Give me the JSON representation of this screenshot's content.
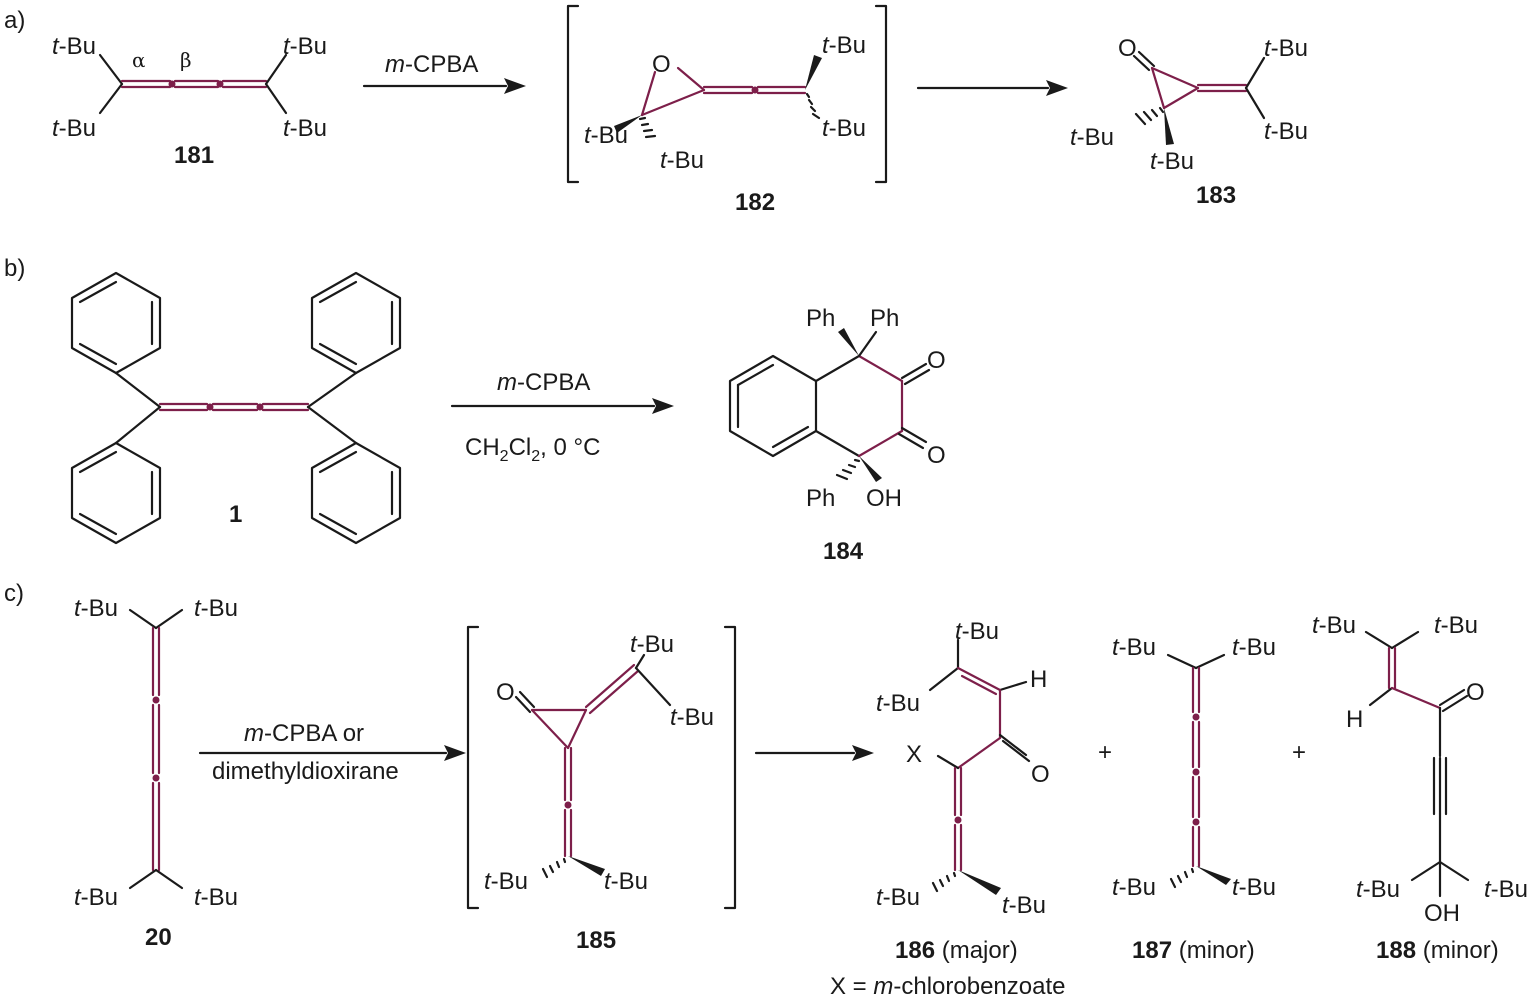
{
  "colors": {
    "ink": "#1a1a1a",
    "highlight": "#7d1f4a",
    "background": "#ffffff"
  },
  "panels": {
    "a": {
      "label": "a)",
      "tbu": "t",
      "tbu_rest": "-Bu",
      "alpha": "α",
      "beta": "β",
      "reagent_italic": "m",
      "reagent_rest": "-CPBA",
      "oxygen": "O",
      "compounds": {
        "c181": "181",
        "c182": "182",
        "c183": "183"
      }
    },
    "b": {
      "label": "b)",
      "reagent_italic": "m",
      "reagent_rest": "-CPBA",
      "cond_ch": "CH",
      "cond_sub1": "2",
      "cond_cl": "Cl",
      "cond_sub2": "2",
      "cond_rest": ", 0 °C",
      "ph": "Ph",
      "o": "O",
      "oh": "OH",
      "compounds": {
        "c1": "1",
        "c184": "184"
      }
    },
    "c": {
      "label": "c)",
      "tbu": "t",
      "tbu_rest": "-Bu",
      "reagent_italic": "m",
      "reagent_rest": "-CPBA or",
      "reagent_line2": "dimethyldioxirane",
      "o": "O",
      "h": "H",
      "x": "X",
      "oh": "OH",
      "plus": "+",
      "compounds": {
        "c20": "20",
        "c185": "185",
        "c186": "186",
        "c187": "187",
        "c188": "188"
      },
      "major": " (major)",
      "minor": " (minor)",
      "x_def_pre": "X = ",
      "x_def_italic": "m",
      "x_def_rest": "-chlorobenzoate"
    }
  }
}
